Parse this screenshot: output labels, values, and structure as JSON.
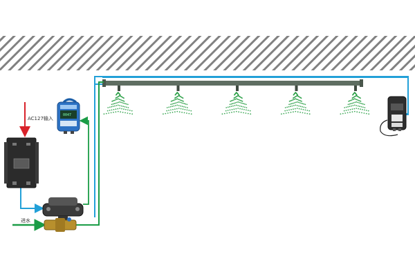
{
  "labels": {
    "power_input": "AC127输入",
    "water_inlet": "进水"
  },
  "display": {
    "sensor_readout": "0047"
  },
  "nozzle_count": 5,
  "colors": {
    "water_line": "#1a9c46",
    "signal_line": "#22a0d8",
    "power_arrow": "#d8222a",
    "spray": "#1f9a3c",
    "pipe": "#5f6e62",
    "hatch": "#6b6b6b"
  }
}
